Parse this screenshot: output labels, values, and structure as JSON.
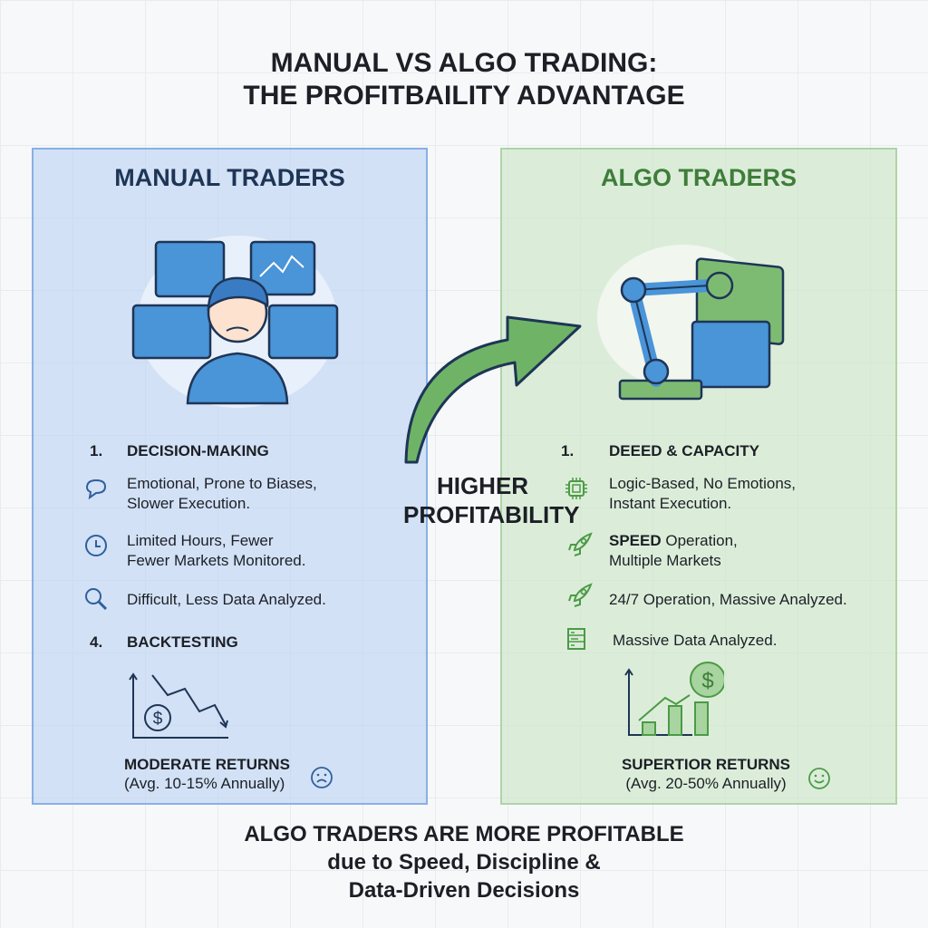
{
  "title": {
    "line1": "MANUAL VS ALGO TRADING:",
    "line2": "THE PROFITBAILITY ADVANTAGE"
  },
  "manual": {
    "heading": "MANUAL TRADERS",
    "section1_num": "1.",
    "section1_title": "DECISION-MAKING",
    "items": [
      {
        "icon": "speech-bubble-icon",
        "line1": "Emotional, Prone to Biases,",
        "line2": "Slower Execution."
      },
      {
        "icon": "clock-icon",
        "line1": "Limited Hours, Fewer",
        "line2": "Fewer Markets Monitored."
      },
      {
        "icon": "magnifier-icon",
        "line1": "Difficult, Less Data Analyzed.",
        "line2": ""
      }
    ],
    "section4_num": "4.",
    "section4_title": "BACKTESTING",
    "returns_title": "MODERATE RETURNS",
    "returns_sub": "(Avg. 10-15% Annually)"
  },
  "algo": {
    "heading": "ALGO TRADERS",
    "section1_num": "1.",
    "section1_title": "DEEED & CAPACITY",
    "items": [
      {
        "icon": "chip-icon",
        "line1": "Logic-Based, No Emotions,",
        "line2": "Instant Execution."
      },
      {
        "icon": "rocket-icon",
        "bold": "SPEED",
        "line1": " Operation,",
        "line2": "Multiple Markets"
      },
      {
        "icon": "rocket-icon",
        "line1": "24/7 Operation, Massive Analyzed.",
        "line2": ""
      },
      {
        "icon": "server-icon",
        "line1": "Massive Data Analyzed.",
        "line2": ""
      }
    ],
    "returns_title": "SUPERTIOR RETURNS",
    "returns_sub": "(Avg. 20-50% Annually)"
  },
  "middle": {
    "line1": "HIGHER",
    "line2": "PROFITABILITY"
  },
  "bottom": {
    "line1": "ALGO TRADERS ARE MORE PROFITABLE",
    "line2": "due to Speed, Discipline &",
    "line3": "Data-Driven Decisions"
  },
  "colors": {
    "blue": "#2f5f9e",
    "green": "#4c9a46"
  }
}
